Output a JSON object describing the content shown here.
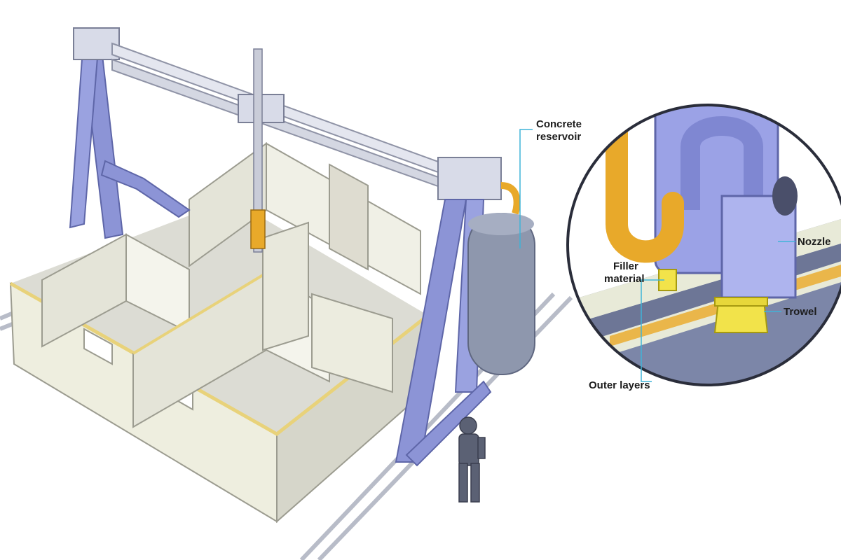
{
  "labels": {
    "concrete_reservoir_line1": "Concrete",
    "concrete_reservoir_line2": "reservoir",
    "nozzle": "Nozzle",
    "filler_material_line1": "Filler",
    "filler_material_line2": "material",
    "trowel": "Trowel",
    "outer_layers": "Outer layers"
  },
  "colors": {
    "frame": "#8c94d6",
    "wall": "#f0f0e8",
    "wall_side": "#c8c8bc",
    "wall_top": "#e8d27a",
    "concrete_hose": "#e8a92a",
    "trowel": "#f2e34a",
    "callout_line": "#3fb4d8",
    "rail": "#b8bcc8"
  }
}
